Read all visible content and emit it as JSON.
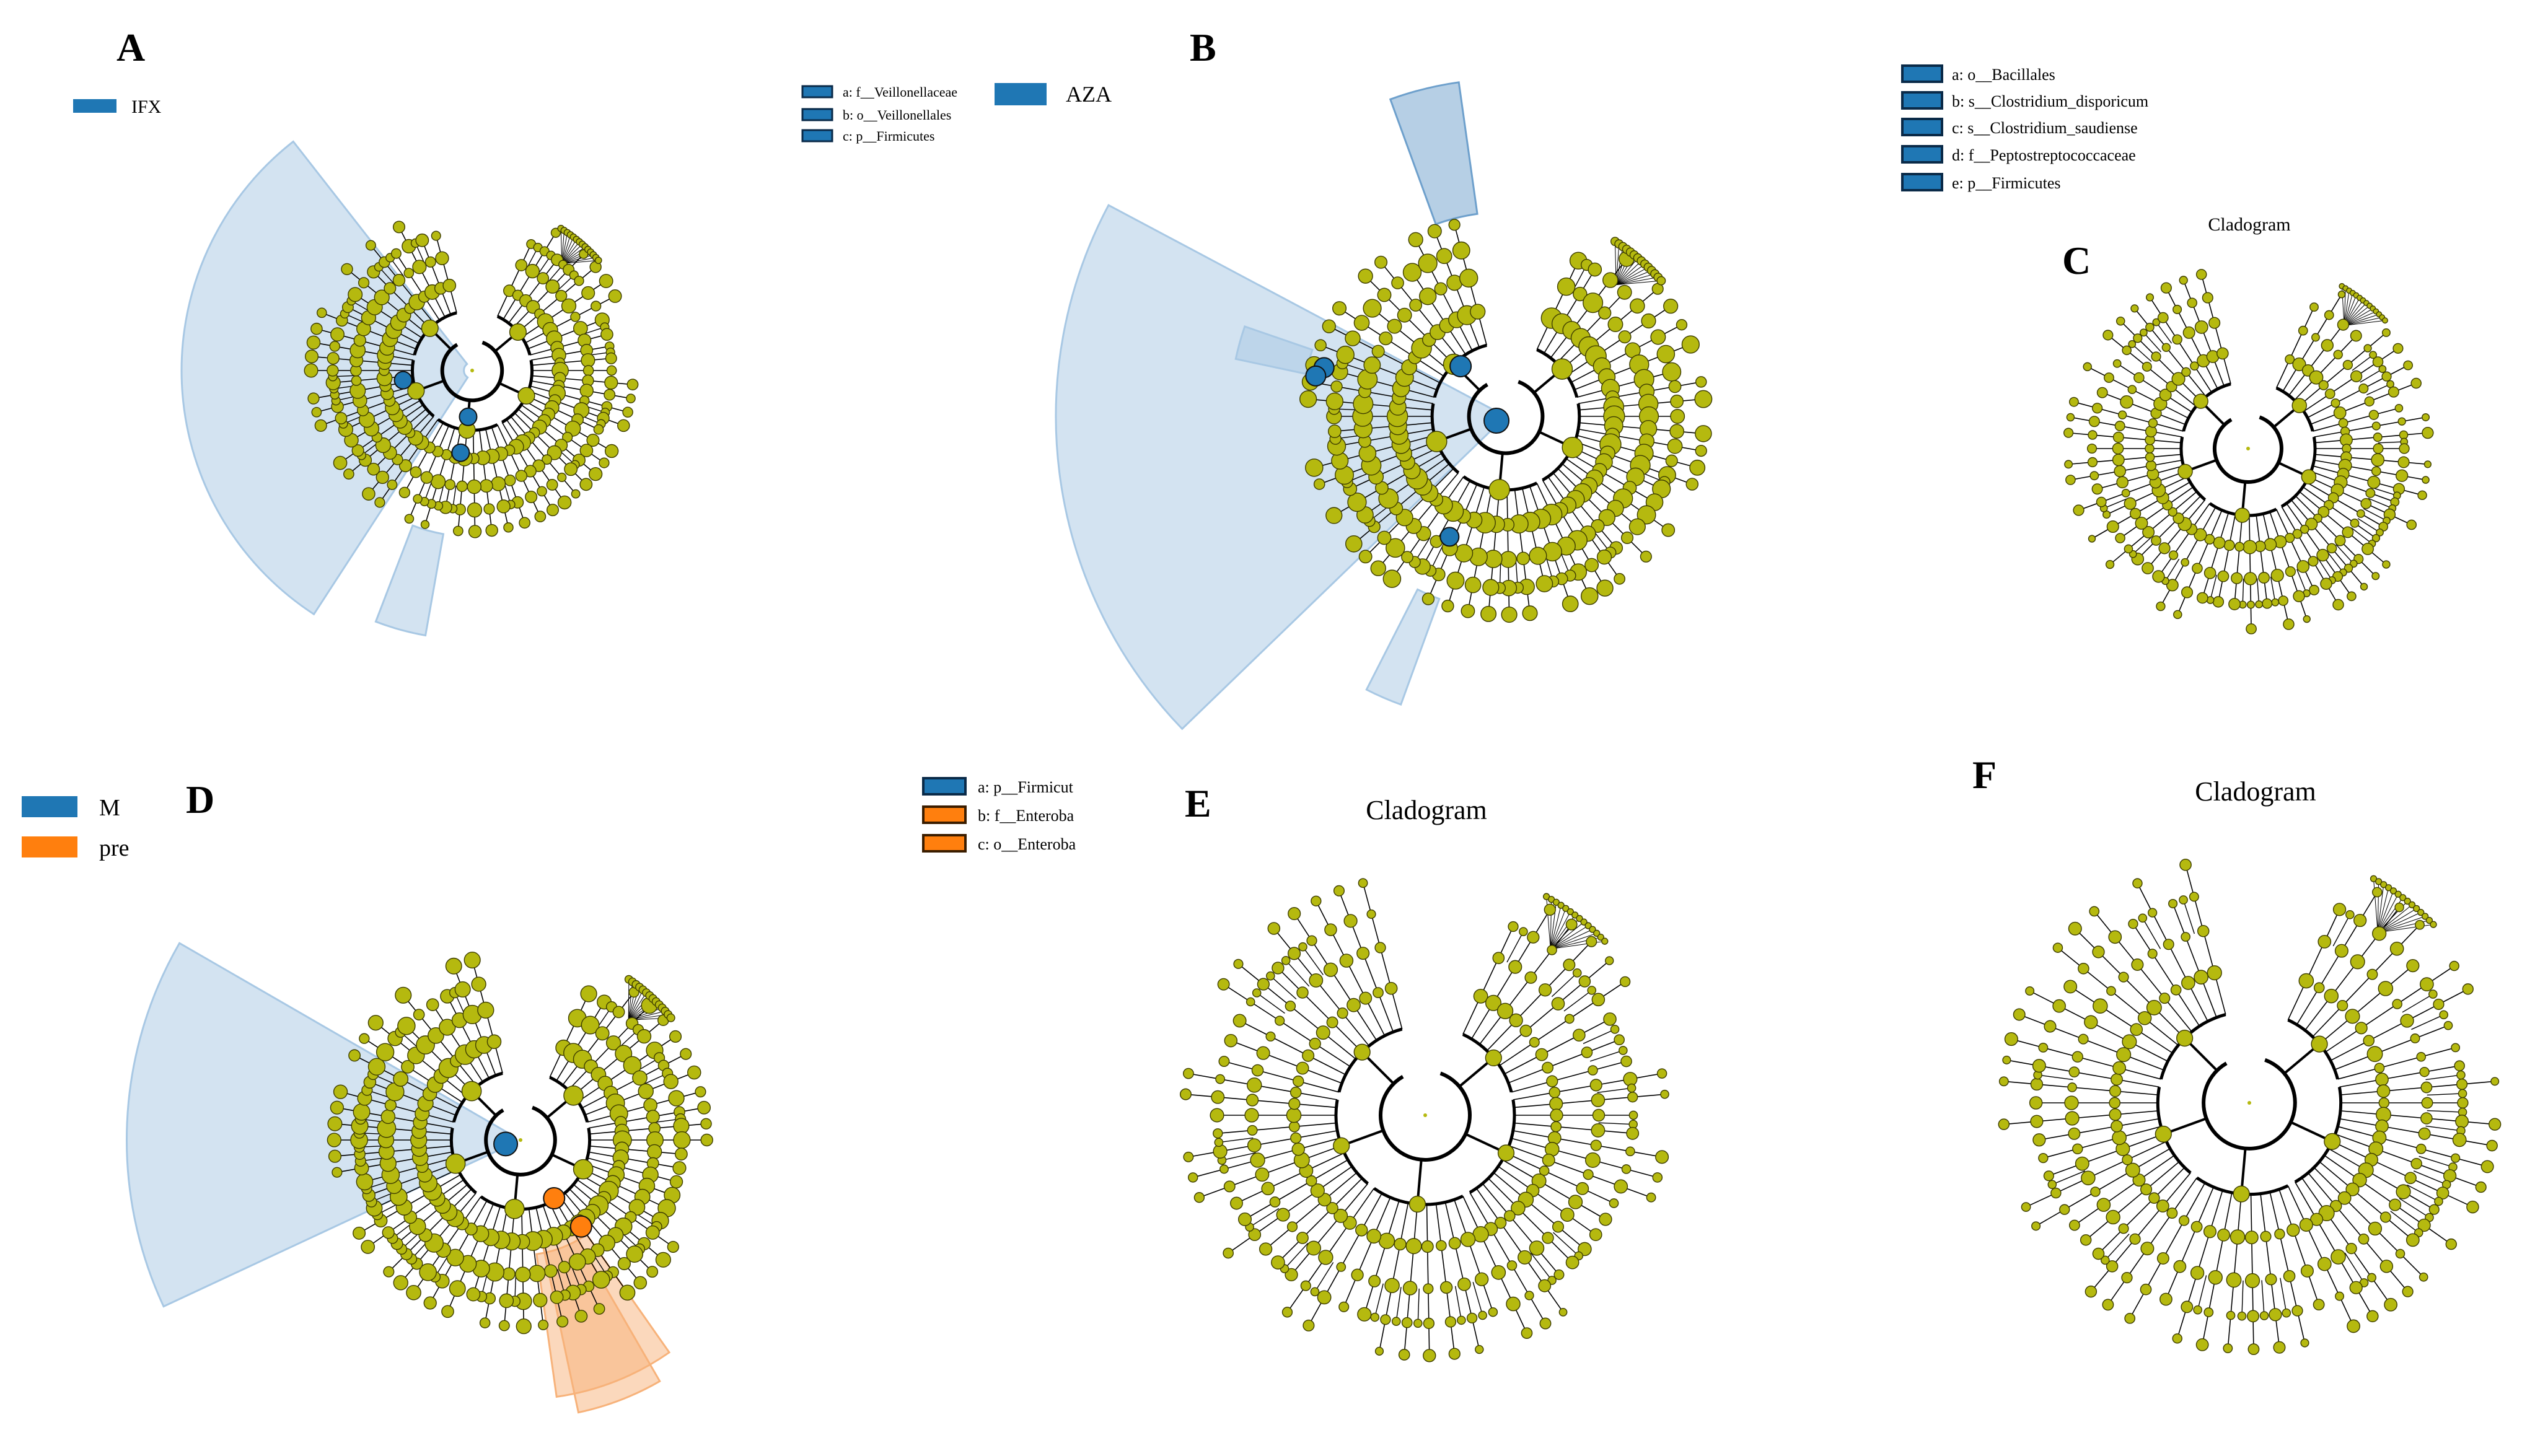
{
  "colors": {
    "node": "#b5b90f",
    "node_stroke": "#3d3d00",
    "branch": "#000000",
    "blue": "#1f77b4",
    "orange": "#ff7f0e",
    "blue_shade": "#a8c8e4",
    "orange_shade": "#f7b27a"
  },
  "panels": [
    {
      "letter": "A",
      "groups": [
        {
          "name": "IFX",
          "color": "#1f77b4"
        },
        {
          "name": "AZA",
          "color": "#1f77b4"
        }
      ],
      "biomarkers": [
        {
          "label": "a: f__Veillonellaceae",
          "color": "#1f77b4"
        },
        {
          "label": "b: o__Veillonellales",
          "color": "#1f77b4"
        },
        {
          "label": "c: p__Firmicutes",
          "color": "#1f77b4"
        }
      ],
      "title": ""
    },
    {
      "letter": "B",
      "groups": [],
      "biomarkers": [
        {
          "label": "a: o__Bacillales",
          "color": "#1f77b4"
        },
        {
          "label": "b: s__Clostridium_disporicum",
          "color": "#1f77b4"
        },
        {
          "label": "c: s__Clostridium_saudiense",
          "color": "#1f77b4"
        },
        {
          "label": "d: f__Peptostreptococcaceae",
          "color": "#1f77b4"
        },
        {
          "label": "e: p__Firmicutes",
          "color": "#1f77b4"
        }
      ],
      "title": ""
    },
    {
      "letter": "C",
      "groups": [],
      "biomarkers": [],
      "title": "Cladogram"
    },
    {
      "letter": "D",
      "groups": [
        {
          "name": "M",
          "color": "#1f77b4"
        },
        {
          "name": "pre",
          "color": "#ff7f0e"
        }
      ],
      "biomarkers": [
        {
          "label": "a: p__Firmicut",
          "color": "#1f77b4"
        },
        {
          "label": "b: f__Enteroba",
          "color": "#ff7f0e"
        },
        {
          "label": "c: o__Enteroba",
          "color": "#ff7f0e"
        }
      ],
      "title": ""
    },
    {
      "letter": "E",
      "groups": [],
      "biomarkers": [],
      "title": "Cladogram"
    },
    {
      "letter": "F",
      "groups": [],
      "biomarkers": [],
      "title": "Cladogram"
    }
  ]
}
